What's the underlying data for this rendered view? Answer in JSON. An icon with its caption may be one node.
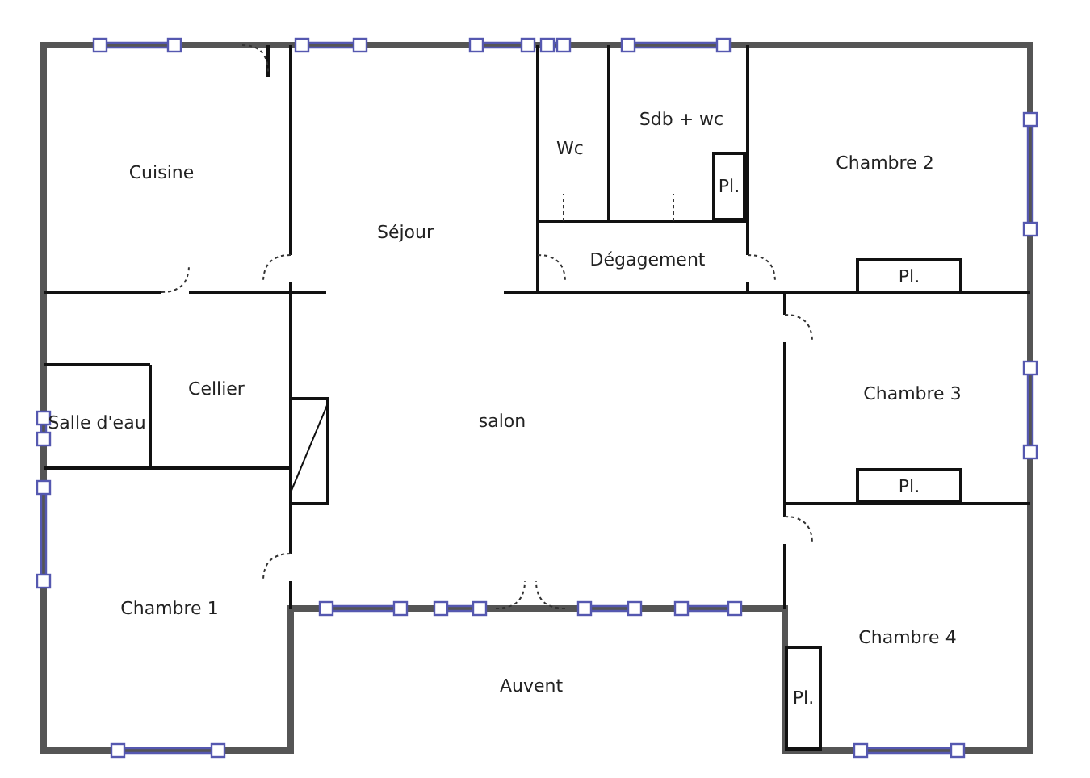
{
  "diagram": {
    "nodes": [
      {
        "text": [
          "Pl."
        ]
      },
      {
        "text": [
          "Pl."
        ]
      },
      {
        "text": [
          "Pl."
        ]
      },
      {
        "text": [
          "Pl."
        ]
      }
    ],
    "labels": [
      "Sdb + wc",
      "Wc",
      "Chambre 2",
      "Cuisine",
      "Séjour",
      "Dégagement",
      "Cellier",
      "Chambre 3",
      "salon",
      "Salle d'eau",
      "Chambre 1",
      "Chambre 4",
      "Auvent"
    ]
  }
}
